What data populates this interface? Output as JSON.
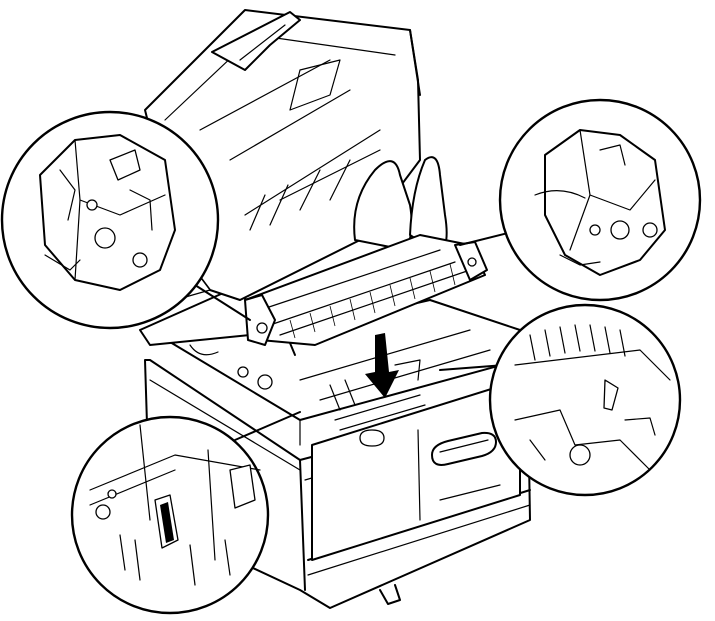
{
  "illustration": {
    "subject": "printer-fuser-unit-installation",
    "colors": {
      "line": "#000000",
      "background": "#ffffff"
    }
  },
  "callouts": [
    {
      "id": "left-fuser-end",
      "icon": "fuser-end-detail-icon"
    },
    {
      "id": "right-fuser-end",
      "icon": "fuser-end-detail-icon"
    },
    {
      "id": "right-locating-slot",
      "icon": "locating-slot-detail-icon"
    },
    {
      "id": "left-locating-slot",
      "icon": "locating-slot-detail-icon"
    }
  ],
  "arrow": {
    "icon": "arrow-down-icon"
  }
}
